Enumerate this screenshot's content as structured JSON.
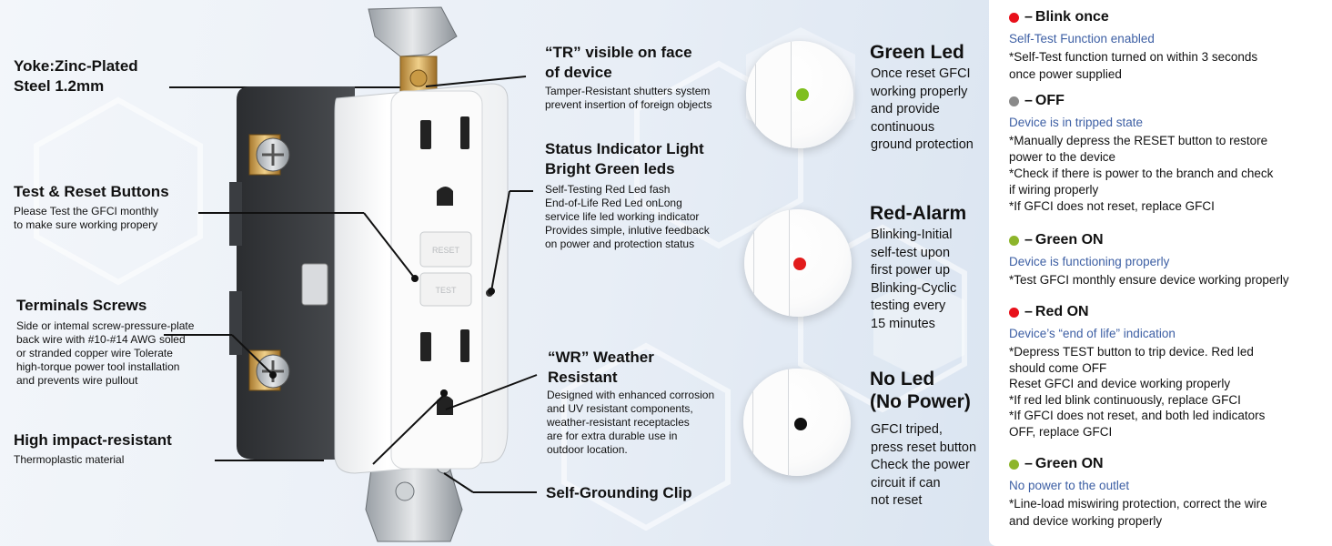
{
  "callouts_left": {
    "yoke": {
      "title": "Yoke:Zinc-Plated\nSteel 1.2mm"
    },
    "buttons": {
      "title": "Test & Reset Buttons",
      "desc": "Please Test the GFCI monthly\nto make sure working propery"
    },
    "terminals": {
      "title": "Terminals Screws",
      "desc": "Side or intemal screw-pressure-plate\nback wire with #10-#14 AWG soled\nor stranded copper wire Tolerate\nhigh-torque power tool installation\nand prevents wire pullout"
    },
    "impact": {
      "title": "High impact-resistant",
      "desc": "Thermoplastic material"
    }
  },
  "callouts_center": {
    "tr": {
      "title": "“TR” visible on face\nof device",
      "desc": "Tamper-Resistant shutters system\nprevent insertion of foreign objects"
    },
    "status": {
      "title": "Status Indicator Light\nBright Green leds",
      "desc": "Self-Testing Red Led fash\nEnd-of-Life Red Led onLong\nservice life led working indicator\nProvides simple, inlutive feedback\non power and protection status"
    },
    "wr": {
      "title": "“WR”  Weather\nResistant",
      "desc": "Designed with enhanced corrosion\nand UV resistant components,\nweather-resistant receptacles\nare for extra durable use in\noutdoor location."
    },
    "grounding": {
      "title": "Self-Grounding Clip"
    }
  },
  "device": {
    "face_labels": {
      "reset": "RESET",
      "test": "TEST"
    }
  },
  "led_states": [
    {
      "title": "Green Led",
      "desc": "Once reset GFCI\nworking properly\nand provide\ncontinuous\nground protection",
      "dot_color": "#7fbf1e"
    },
    {
      "title": "Red-Alarm",
      "desc": "Blinking-Initial\nself-test upon\nfirst power up\nBlinking-Cyclic\ntesting every\n15 minutes",
      "dot_color": "#e21b1b"
    },
    {
      "title": "No Led\n(No Power)",
      "desc": "GFCI triped,\npress reset button\nCheck the power\ncircuit if can\nnot reset",
      "dot_color": "#111111"
    }
  ],
  "panel": {
    "dash": "–",
    "sections": [
      {
        "bullet_color": "#e8101a",
        "title": "Blink once",
        "sub": "Self-Test Function enabled",
        "note": "*Self-Test function turned on within 3 seconds\nonce power supplied"
      },
      {
        "bullet_color": "#8a8a8a",
        "title": "OFF",
        "sub": "Device is in tripped state",
        "note": "*Manually depress the RESET button to restore\npower to the device\n*Check if there is power to the branch and check\nif wiring properly\n*If GFCI does not reset, replace GFCI"
      },
      {
        "bullet_color": "#8db52b",
        "title": "Green ON",
        "sub": "Device is functioning properly",
        "note": "*Test GFCI monthly ensure device working properly"
      },
      {
        "bullet_color": "#e8101a",
        "title": "Red ON",
        "sub": "Device’s “end of life” indication",
        "note": "*Depress TEST button to trip device.  Red led\nshould come OFF\nReset GFCI and device working properly\n*If red led blink continuously, replace GFCI\n*If GFCI does not reset, and both led indicators\nOFF, replace GFCI"
      },
      {
        "bullet_color": "#8db52b",
        "title": "Green ON",
        "sub": "No power to the outlet",
        "note": "*Line-load miswiring protection, correct the wire\nand device working properly"
      }
    ]
  }
}
